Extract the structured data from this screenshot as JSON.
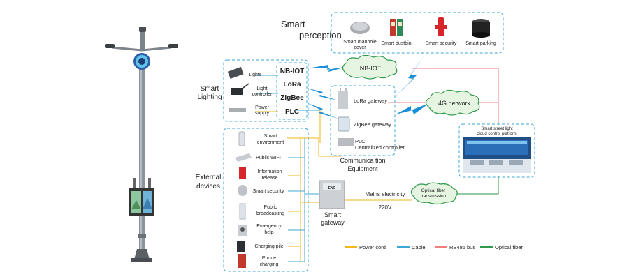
{
  "sections": {
    "smart_perception": "Smart perception",
    "smart_lighting": "Smart Lighting",
    "external_devices": "External devices",
    "communication_equipment": "Communica tion Equipment"
  },
  "perception_items": [
    {
      "id": "manhole",
      "label": "Smart manhole cover"
    },
    {
      "id": "dustbin",
      "label": "Smart dustbin"
    },
    {
      "id": "security",
      "label": "Smart security"
    },
    {
      "id": "parking",
      "label": "Smart parking"
    }
  ],
  "lighting_items": [
    "Lights",
    "Light controller",
    "Power supply"
  ],
  "protocols": [
    "NB-IOT",
    "LoRa",
    "ZIgBee",
    "PLC"
  ],
  "comm_items": [
    "LoRa gateway",
    "ZigBee gateway",
    "PLC Centralized controller"
  ],
  "clouds": {
    "nbiot": "NB-IOT",
    "net4g": "4G network",
    "optical": "Optical fiber transmission"
  },
  "platform": {
    "title": "Smart street light cloud control platform"
  },
  "external_items": [
    "Smart environment",
    "Public WIFI",
    "Information release",
    "Smart security",
    "Public broadcasting",
    "Emergency help",
    "Charging pile",
    "Phone charging"
  ],
  "gateway": {
    "label": "Smart gateway",
    "badge": "ENC"
  },
  "mains": "Mains electricity 220V",
  "legend": [
    {
      "label": "Power cord",
      "color": "#f2b51a"
    },
    {
      "label": "Cable",
      "color": "#3fa7d6"
    },
    {
      "label": "RS485 bus",
      "color": "#f08080"
    },
    {
      "label": "Optical fiber",
      "color": "#2e9a4a"
    }
  ]
}
